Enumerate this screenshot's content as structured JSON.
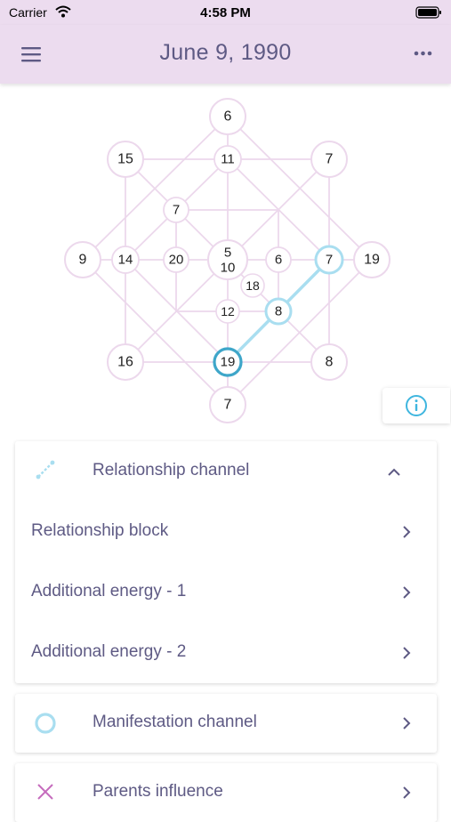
{
  "status_bar": {
    "carrier": "Carrier",
    "time": "4:58 PM"
  },
  "header": {
    "title": "June 9, 1990",
    "menu_icon": "hamburger-menu-icon",
    "more_icon": "more-dots-icon"
  },
  "matrix": {
    "nodes": [
      {
        "id": "top",
        "label": "6"
      },
      {
        "id": "inner-top",
        "label": "11"
      },
      {
        "id": "top-left",
        "label": "15"
      },
      {
        "id": "top-right",
        "label": "7"
      },
      {
        "id": "mid-upper-left",
        "label": "7"
      },
      {
        "id": "left",
        "label": "9"
      },
      {
        "id": "inner-left",
        "label": "14"
      },
      {
        "id": "inner-left-2",
        "label": "20"
      },
      {
        "id": "center",
        "label": "5",
        "label2": "10"
      },
      {
        "id": "inner-right-2",
        "label": "6"
      },
      {
        "id": "inner-right",
        "label": "7"
      },
      {
        "id": "right",
        "label": "19"
      },
      {
        "id": "inner-18",
        "label": "18"
      },
      {
        "id": "inner-12",
        "label": "12"
      },
      {
        "id": "inner-8",
        "label": "8"
      },
      {
        "id": "bottom-left",
        "label": "16"
      },
      {
        "id": "inner-bottom",
        "label": "19"
      },
      {
        "id": "bottom-right",
        "label": "8"
      },
      {
        "id": "bottom",
        "label": "7"
      }
    ]
  },
  "info_button": {
    "icon": "info-icon"
  },
  "relationship_card": {
    "header": {
      "label": "Relationship channel",
      "icon": "relationship-line-icon",
      "state_icon": "chevron-up-icon"
    },
    "items": [
      {
        "label": "Relationship block"
      },
      {
        "label": "Additional energy - 1"
      },
      {
        "label": "Additional energy - 2"
      }
    ]
  },
  "manifestation_card": {
    "label": "Manifestation channel",
    "icon": "circle-icon"
  },
  "parents_card": {
    "label": "Parents influence",
    "icon": "cross-icon"
  },
  "colors": {
    "header_bg": "#ecdcef",
    "text": "#5e5a84",
    "accent_blue": "#a9def0",
    "accent_dark_blue": "#3ea6c9",
    "line": "#ecd8ec",
    "cross": "#c56bbd"
  }
}
